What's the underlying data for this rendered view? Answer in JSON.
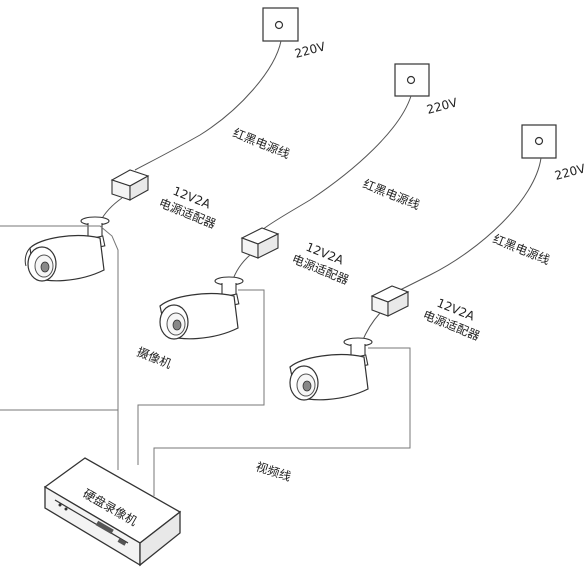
{
  "labels": {
    "outlet_voltage": "220V",
    "power_cable": "红黑电源线",
    "adapter_line1": "12V2A",
    "adapter_line2": "电源适配器",
    "camera": "摄像机",
    "video_cable": "视频线",
    "dvr": "硬盘录像机"
  },
  "icons": {
    "outlet": "wall-outlet-icon",
    "adapter": "power-adapter-icon",
    "camera": "bullet-camera-icon",
    "dvr": "dvr-recorder-icon"
  }
}
